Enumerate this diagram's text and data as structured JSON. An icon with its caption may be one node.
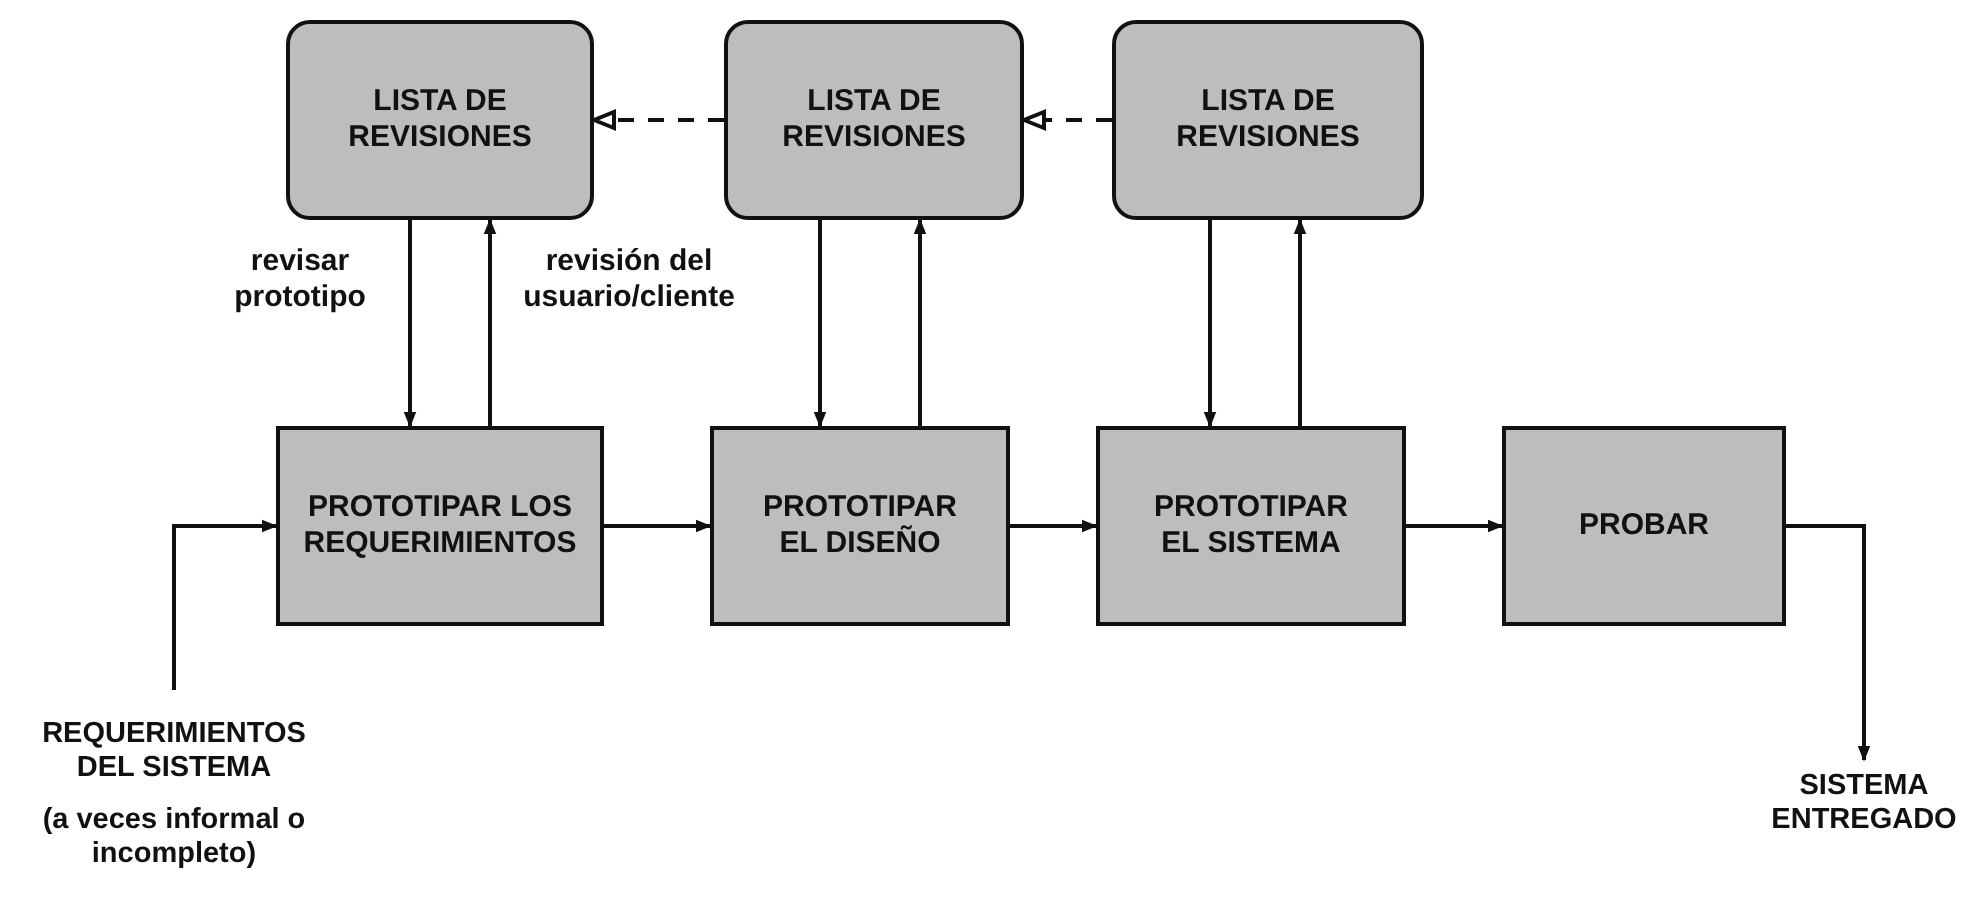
{
  "diagram": {
    "nodes": [
      {
        "text": [
          "LISTA DE REVISIONES"
        ]
      },
      {
        "text": [
          "LISTA DE REVISIONES"
        ]
      },
      {
        "text": [
          "LISTA DE REVISIONES"
        ]
      },
      {
        "text": [
          "PROTOTIPAR LOS REQUERIMIENTOS"
        ]
      },
      {
        "text": [
          "PROTOTIPAR EL DISEÑO"
        ]
      },
      {
        "text": [
          "PROTOTIPAR EL SISTEMA"
        ]
      },
      {
        "text": [
          "PROBAR"
        ]
      },
      {
        "text": [
          "REQUERIMIENTOS DEL SISTEMA",
          "(a veces informal o incompleto)"
        ]
      },
      {
        "text": [
          "SISTEMA ENTREGADO"
        ]
      }
    ],
    "edges": [
      {
        "from": 0,
        "to": 3,
        "arrow": "to",
        "label": "revisar prototipo"
      },
      {
        "from": 3,
        "to": 0,
        "arrow": "to",
        "label": "revisión del usuario/cliente"
      },
      {
        "from": 1,
        "to": 4,
        "arrow": "to"
      },
      {
        "from": 4,
        "to": 1,
        "arrow": "to"
      },
      {
        "from": 2,
        "to": 5,
        "arrow": "to"
      },
      {
        "from": 5,
        "to": 2,
        "arrow": "to"
      },
      {
        "from": 1,
        "to": 0,
        "arrow": "to",
        "style": "dashed"
      },
      {
        "from": 2,
        "to": 1,
        "arrow": "to",
        "style": "dashed"
      },
      {
        "from": 7,
        "to": 3,
        "arrow": "to"
      },
      {
        "from": 3,
        "to": 4,
        "arrow": "to"
      },
      {
        "from": 4,
        "to": 5,
        "arrow": "to"
      },
      {
        "from": 5,
        "to": 6,
        "arrow": "to"
      },
      {
        "from": 6,
        "to": 8,
        "arrow": "to"
      }
    ]
  }
}
